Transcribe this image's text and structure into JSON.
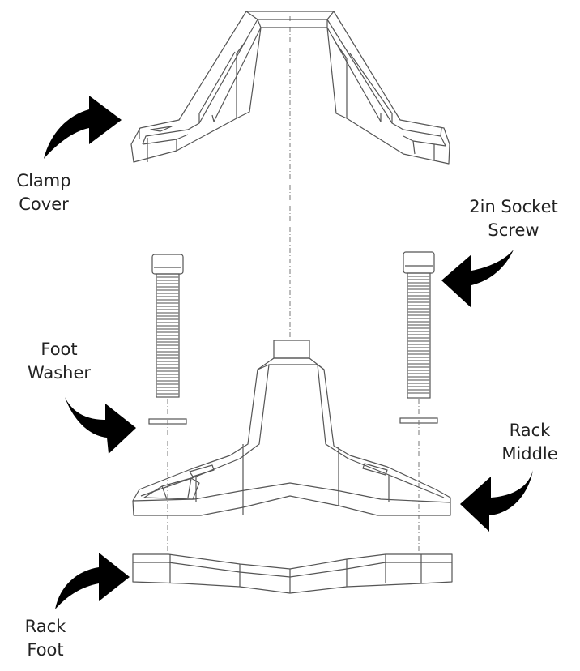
{
  "labels": {
    "clamp_cover": [
      "Clamp",
      "Cover"
    ],
    "socket_screw": [
      "2in Socket",
      "Screw"
    ],
    "foot_washer": [
      "Foot",
      "Washer"
    ],
    "rack_middle": [
      "Rack",
      "Middle"
    ],
    "rack_foot": [
      "Rack",
      "Foot"
    ]
  },
  "colors": {
    "line": "#555555",
    "arrow": "#000000",
    "text": "#222222"
  }
}
